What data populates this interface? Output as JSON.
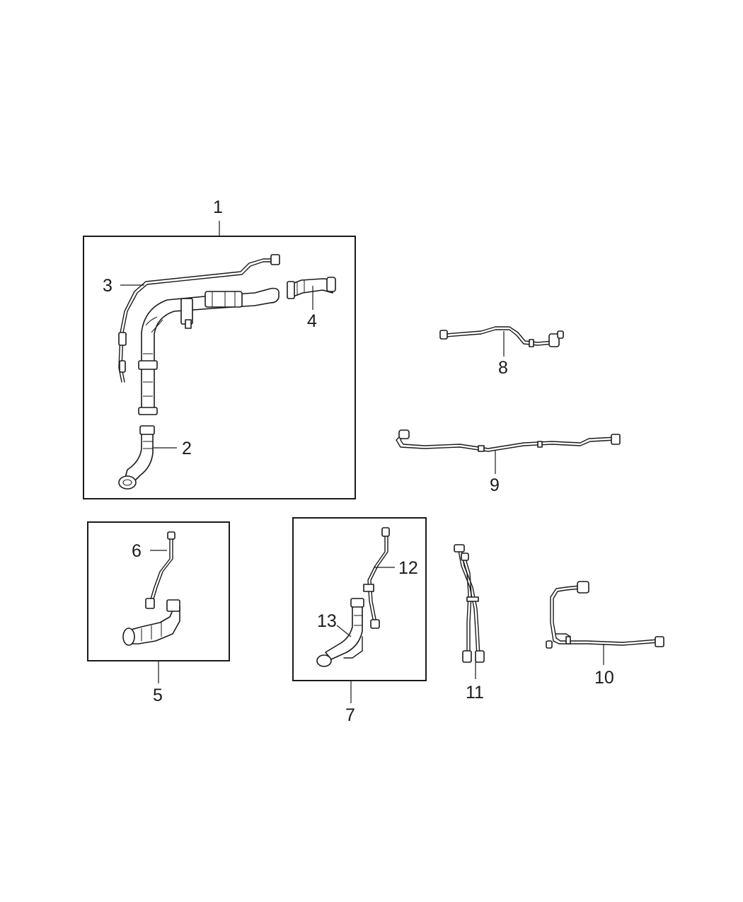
{
  "callouts": {
    "c1": "1",
    "c2": "2",
    "c3": "3",
    "c4": "4",
    "c5": "5",
    "c6": "6",
    "c7": "7",
    "c8": "8",
    "c9": "9",
    "c10": "10",
    "c11": "11",
    "c12": "12",
    "c13": "13"
  },
  "colors": {
    "ink": "#1a1a1a",
    "paper": "#ffffff"
  }
}
